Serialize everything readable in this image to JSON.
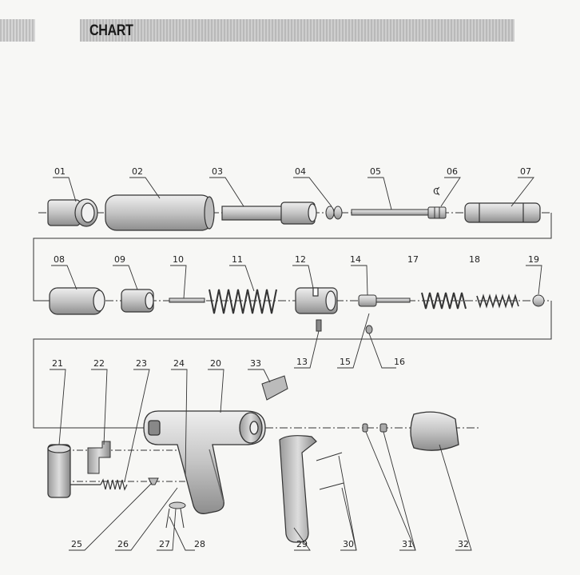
{
  "header": {
    "title": "CHART"
  },
  "parts": {
    "p01": "01",
    "p02": "02",
    "p03": "03",
    "p04": "04",
    "p05": "05",
    "p06": "06",
    "p06c": "C",
    "p07": "07",
    "p08": "08",
    "p09": "09",
    "p10": "10",
    "p11": "11",
    "p12": "12",
    "p13": "13",
    "p14": "14",
    "p15": "15",
    "p16": "16",
    "p17": "17",
    "p18": "18",
    "p19": "19",
    "p20": "20",
    "p21": "21",
    "p22": "22",
    "p23": "23",
    "p24": "24",
    "p25": "25",
    "p26": "26",
    "p27": "27",
    "p28": "28",
    "p29": "29",
    "p30": "30",
    "p31": "31",
    "p32": "32",
    "p33": "33"
  },
  "colors": {
    "part_fill": "#cfcfcf",
    "part_stroke": "#333333",
    "shade": "#9a9a9a"
  }
}
